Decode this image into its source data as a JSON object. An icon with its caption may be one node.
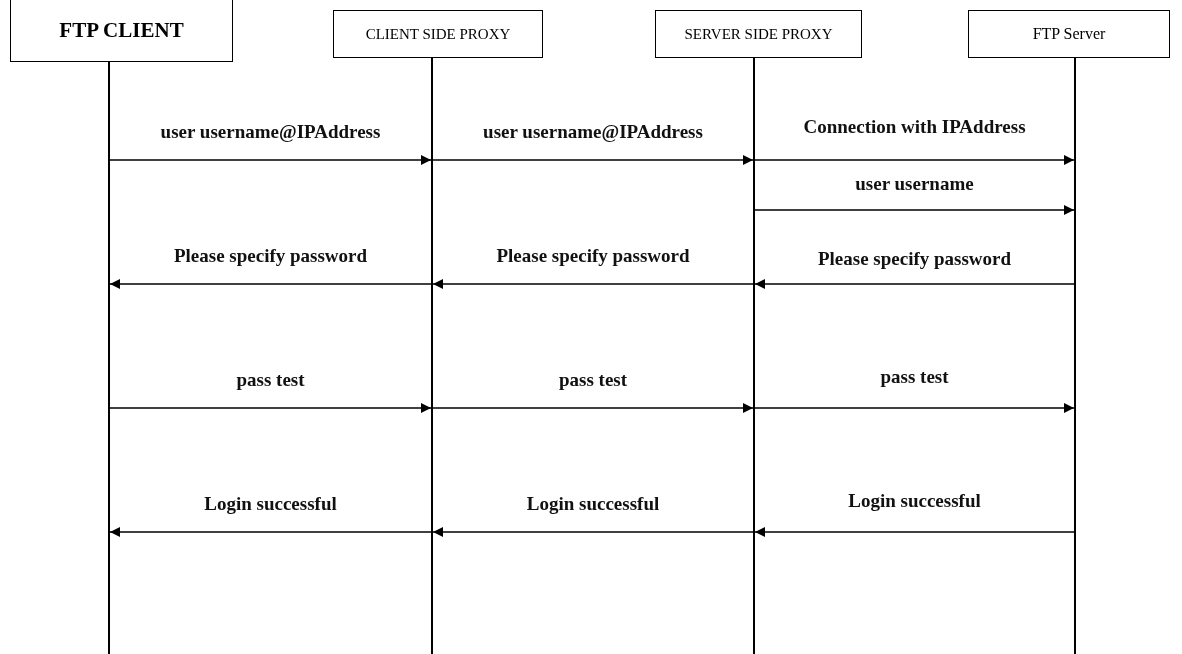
{
  "diagram": {
    "nodes": [
      {
        "text": [
          "FTP CLIENT"
        ]
      },
      {
        "text": [
          "CLIENT SIDE PROXY"
        ]
      },
      {
        "text": [
          "SERVER SIDE PROXY"
        ]
      },
      {
        "text": [
          "FTP Server"
        ]
      },
      {
        "text": [],
        "shape": "line"
      },
      {
        "text": [],
        "shape": "line"
      },
      {
        "text": [],
        "shape": "line"
      },
      {
        "text": [],
        "shape": "line"
      }
    ],
    "edges": [
      {
        "from": 4,
        "to": 5,
        "arrow": "to",
        "label": "user username@IPAddress"
      },
      {
        "from": 5,
        "to": 6,
        "arrow": "to",
        "label": "user username@IPAddress"
      },
      {
        "from": 6,
        "to": 7,
        "arrow": "to",
        "label": "Connection with IPAddress"
      },
      {
        "from": 6,
        "to": 7,
        "arrow": "to",
        "label": "user username"
      },
      {
        "from": 7,
        "to": 6,
        "arrow": "to",
        "label": "Please specify password"
      },
      {
        "from": 6,
        "to": 5,
        "arrow": "to",
        "label": "Please specify password"
      },
      {
        "from": 5,
        "to": 4,
        "arrow": "to",
        "label": "Please specify password"
      },
      {
        "from": 4,
        "to": 5,
        "arrow": "to",
        "label": "pass test"
      },
      {
        "from": 5,
        "to": 6,
        "arrow": "to",
        "label": "pass test"
      },
      {
        "from": 6,
        "to": 7,
        "arrow": "to",
        "label": "pass test"
      },
      {
        "from": 7,
        "to": 6,
        "arrow": "to",
        "label": "Login successful"
      },
      {
        "from": 6,
        "to": 5,
        "arrow": "to",
        "label": "Login successful"
      },
      {
        "from": 5,
        "to": 4,
        "arrow": "to",
        "label": "Login successful"
      }
    ]
  }
}
